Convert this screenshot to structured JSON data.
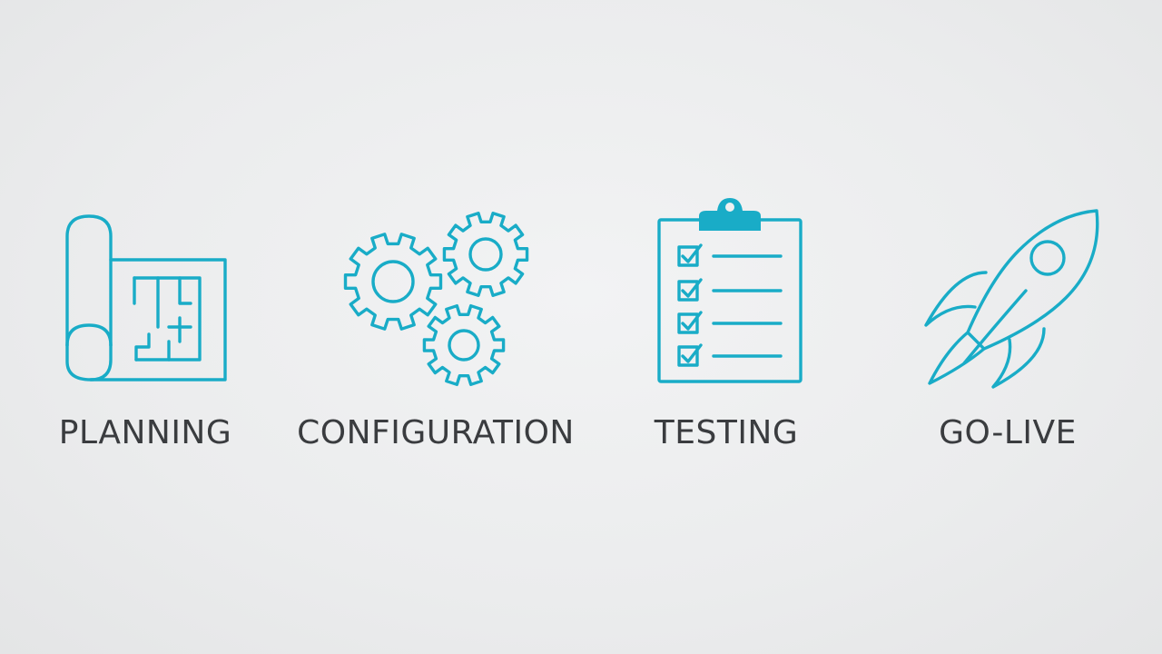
{
  "accent_color": "#19acc7",
  "text_color": "#3a3c3f",
  "steps": [
    {
      "label": "PLANNING",
      "icon": "blueprint-icon"
    },
    {
      "label": "CONFIGURATION",
      "icon": "gears-icon"
    },
    {
      "label": "TESTING",
      "icon": "clipboard-checklist-icon"
    },
    {
      "label": "GO-LIVE",
      "icon": "rocket-icon"
    }
  ]
}
